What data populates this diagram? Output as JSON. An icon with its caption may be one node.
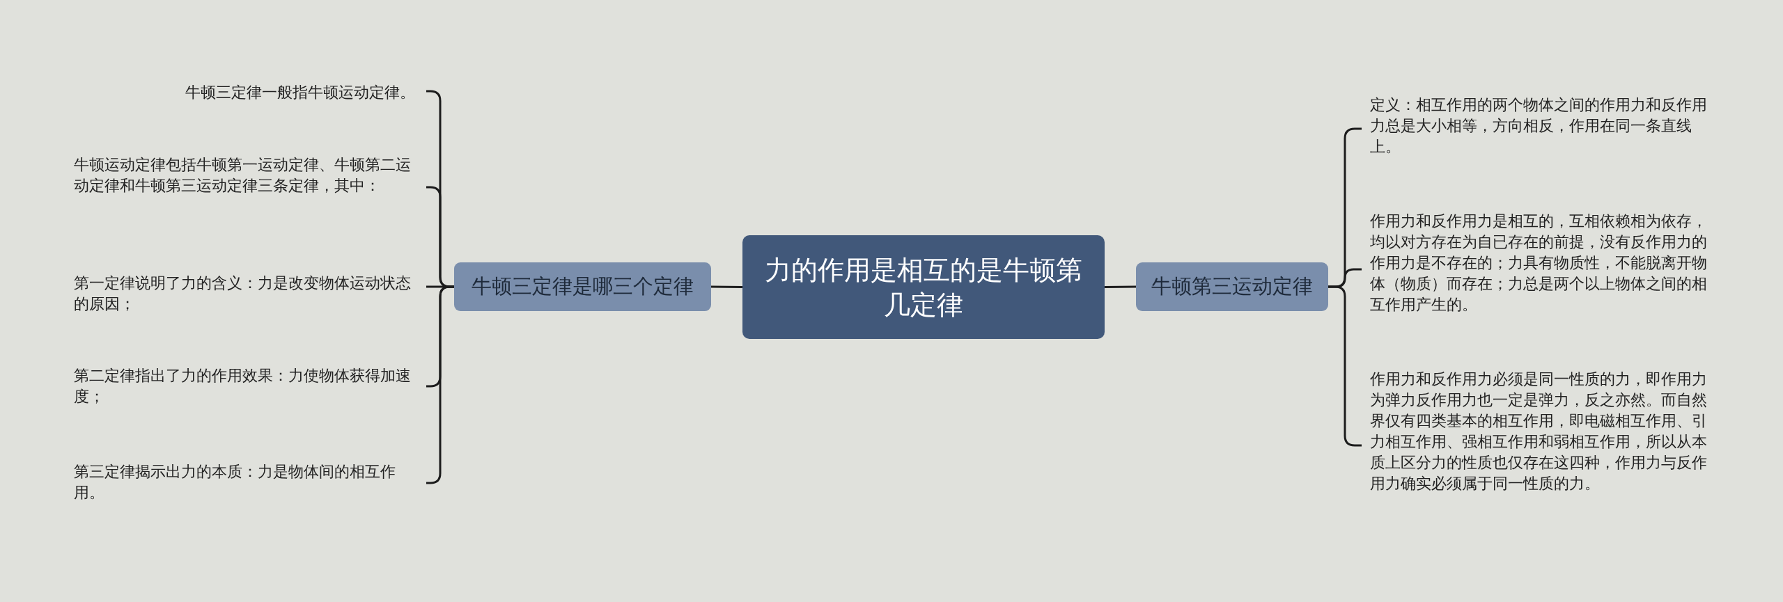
{
  "diagram": {
    "nodes": [
      {
        "text": [
          "力的作用是相互的是牛顿第几定律"
        ]
      },
      {
        "text": [
          "牛顿三定律是哪三个定律"
        ]
      },
      {
        "text": [
          "牛顿三定律一般指牛顿运动定律。"
        ]
      },
      {
        "text": [
          "牛顿运动定律包括牛顿第一运动定律、牛顿第二运动定律和牛顿第三运动定律三条定律，其中："
        ]
      },
      {
        "text": [
          "第一定律说明了力的含义：力是改变物体运动状态的原因；"
        ]
      },
      {
        "text": [
          "第二定律指出了力的作用效果：力使物体获得加速度；"
        ]
      },
      {
        "text": [
          "第三定律揭示出力的本质：力是物体间的相互作用。"
        ]
      },
      {
        "text": [
          "牛顿第三运动定律"
        ]
      },
      {
        "text": [
          "定义：相互作用的两个物体之间的作用力和反作用力总是大小相等，方向相反，作用在同一条直线上。"
        ]
      },
      {
        "text": [
          "作用力和反作用力是相互的，互相依赖相为依存，均以对方存在为自已存在的前提，没有反作用力的作用力是不存在的；力具有物质性，不能脱离开物体（物质）而存在；力总是两个以上物体之间的相互作用产生的。"
        ]
      },
      {
        "text": [
          "作用力和反作用力必须是同一性质的力，即作用力为弹力反作用力也一定是弹力，反之亦然。而自然界仅有四类基本的相互作用，即电磁相互作用、引力相互作用、强相互作用和弱相互作用，所以从本质上区分力的性质也仅存在这四种，作用力与反作用力确实必须属于同一性质的力。"
        ]
      }
    ],
    "edges": [
      {
        "from": 0,
        "to": 1,
        "arrow": "none"
      },
      {
        "from": 1,
        "to": 2,
        "arrow": "none"
      },
      {
        "from": 1,
        "to": 3,
        "arrow": "none"
      },
      {
        "from": 1,
        "to": 4,
        "arrow": "none"
      },
      {
        "from": 1,
        "to": 5,
        "arrow": "none"
      },
      {
        "from": 1,
        "to": 6,
        "arrow": "none"
      },
      {
        "from": 0,
        "to": 7,
        "arrow": "none"
      },
      {
        "from": 7,
        "to": 8,
        "arrow": "none"
      },
      {
        "from": 7,
        "to": 9,
        "arrow": "none"
      },
      {
        "from": 7,
        "to": 10,
        "arrow": "none"
      }
    ]
  }
}
